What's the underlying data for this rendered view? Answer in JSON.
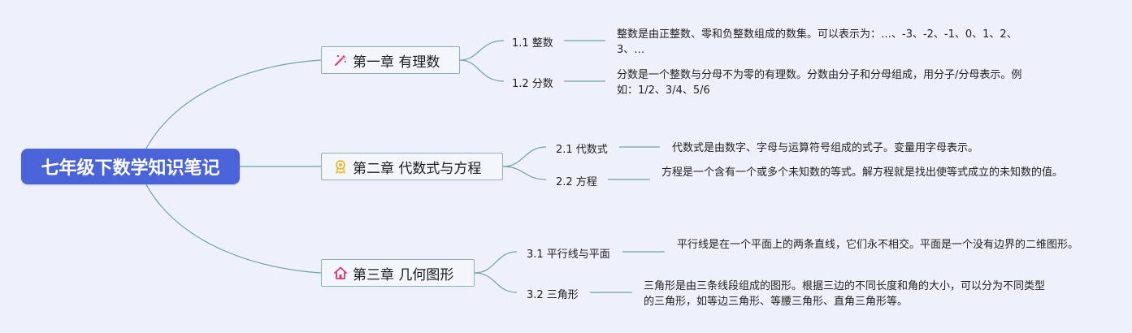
{
  "root": {
    "label": "七年级下数学知识笔记"
  },
  "chapters": [
    {
      "title": "第一章 有理数",
      "icon": "magic-wand-icon",
      "icon_color": "#e0336e",
      "sections": [
        {
          "title": "1.1 整数",
          "desc": "整数是由正整数、零和负整数组成的数集。可以表示为：…、-3、-2、-1、0、1、2、3、…"
        },
        {
          "title": "1.2 分数",
          "desc": "分数是一个整数与分母不为零的有理数。分数由分子和分母组成，用分子/分母表示。例如：1/2、3/4、5/6"
        }
      ]
    },
    {
      "title": "第二章 代数式与方程",
      "icon": "award-ribbon-icon",
      "icon_color": "#f0b429",
      "sections": [
        {
          "title": "2.1 代数式",
          "desc": "代数式是由数字、字母与运算符号组成的式子。变量用字母表示。"
        },
        {
          "title": "2.2 方程",
          "desc": "方程是一个含有一个或多个未知数的等式。解方程就是找出使等式成立的未知数的值。"
        }
      ]
    },
    {
      "title": "第三章 几何图形",
      "icon": "house-icon",
      "icon_color": "#e0336e",
      "sections": [
        {
          "title": "3.1 平行线与平面",
          "desc": "平行线是在一个平面上的两条直线，它们永不相交。平面是一个没有边界的二维图形。"
        },
        {
          "title": "3.2 三角形",
          "desc": "三角形是由三条线段组成的图形。根据三边的不同长度和角的大小，可以分为不同类型的三角形，如等边三角形、等腰三角形、直角三角形等。"
        }
      ]
    }
  ],
  "colors": {
    "background": "#eef0fb",
    "root_fill": "#4a63d8",
    "connector": "#6fa3a3",
    "chapter_border": "#8fb1ad"
  }
}
